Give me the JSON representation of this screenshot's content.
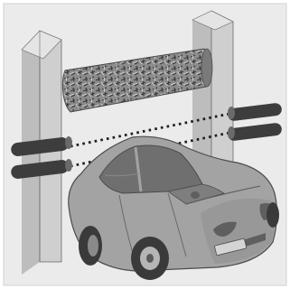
{
  "diagram": {
    "subject": "car-wash-with-light-barrier-sensors",
    "colors": {
      "background": "#ebebeb",
      "frame": "#ffffff",
      "pillar_front": "#cfcfcf",
      "pillar_side": "#bdbdbd",
      "pillar_edge": "#6a6a6a",
      "brush": "#8c8c8c",
      "sensor": "#3d3d3d",
      "beam": "#1e1e1e",
      "car_body": "#a3a3a3",
      "car_dark": "#5f5f5f",
      "car_window": "#6f6f6f",
      "car_light": "#d4d4d4",
      "tire": "#3a3a3a"
    },
    "icons": [
      "left-pillar",
      "right-pillar",
      "rotating-brush",
      "left-sensor-emitters",
      "right-sensor-receivers",
      "light-beams",
      "car"
    ]
  }
}
